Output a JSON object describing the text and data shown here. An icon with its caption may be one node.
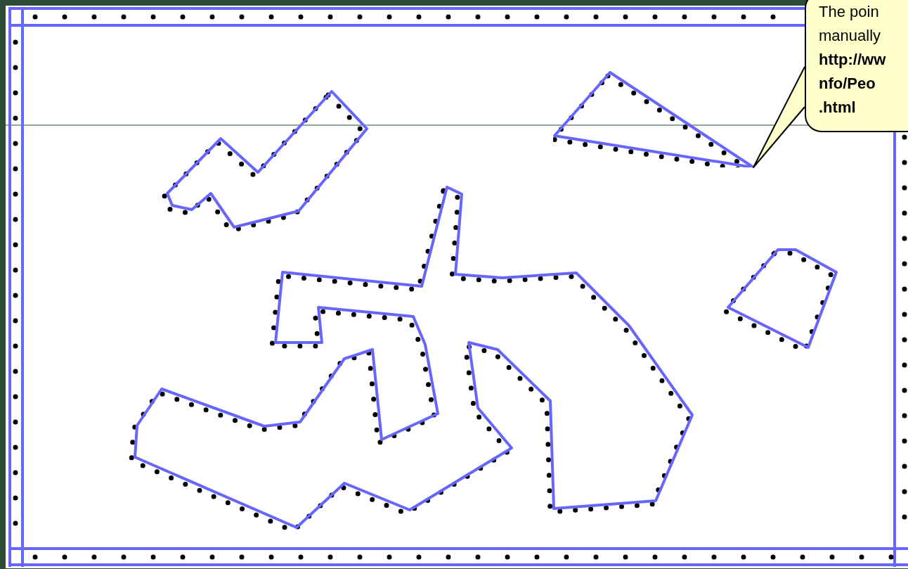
{
  "diagram": {
    "nodes": [
      {
        "text": [
          "The poin manually",
          "http://ww nfo/Peo .html"
        ]
      },
      {
        "text": [],
        "shape": "triangle"
      }
    ],
    "edges": [
      {
        "from": 0,
        "to": 1,
        "arrow": "none"
      }
    ]
  }
}
